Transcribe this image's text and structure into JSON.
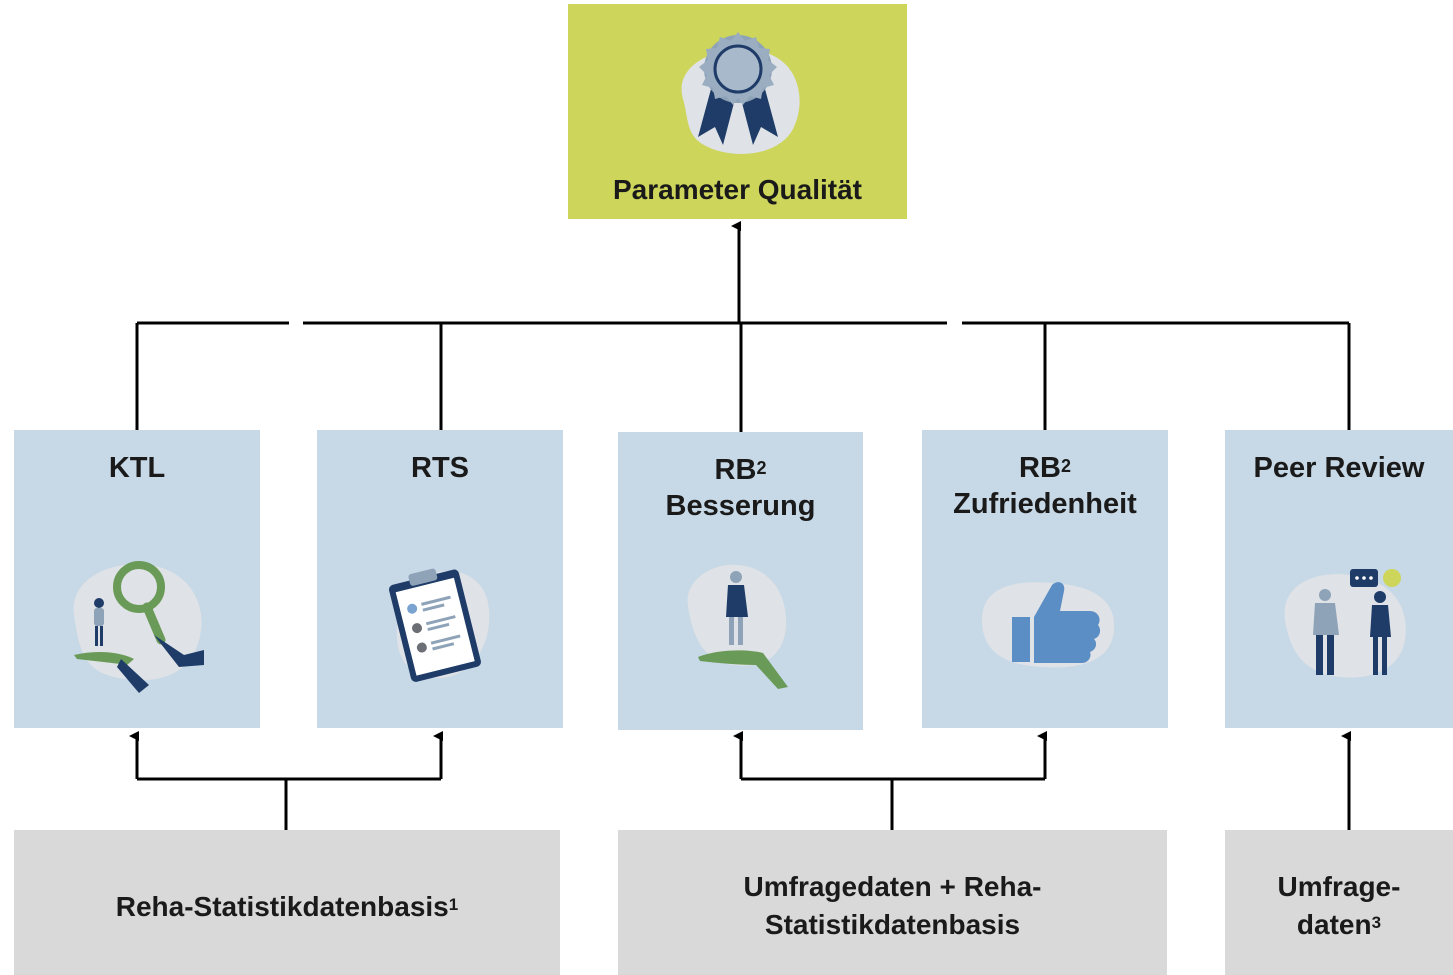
{
  "top": {
    "label": "Parameter Qualität"
  },
  "parameters": [
    {
      "line1": "KTL",
      "sup": "",
      "line2": ""
    },
    {
      "line1": "RTS",
      "sup": "",
      "line2": ""
    },
    {
      "line1": "RB",
      "sup": "2",
      "line2": "Besserung"
    },
    {
      "line1": "RB",
      "sup": "2",
      "line2": "Zufriedenheit"
    },
    {
      "line1": "Peer Review",
      "sup": "",
      "line2": ""
    }
  ],
  "sources": [
    {
      "line1": "Reha-Statistikdatenbasis",
      "sup1": "1",
      "line2": "",
      "sup2": ""
    },
    {
      "line1": "Umfragedaten + Reha-",
      "sup1": "",
      "line2": "Statistikdatenbasis",
      "sup2": ""
    },
    {
      "line1": "Umfrage-",
      "sup1": "",
      "line2": "daten",
      "sup2": "3"
    }
  ],
  "icons": [
    "award-ribbon-icon",
    "magnifier-hand-icon",
    "clipboard-checklist-icon",
    "person-on-hand-icon",
    "thumbs-up-icon",
    "people-conversation-icon"
  ],
  "colors": {
    "top_box": "#cdd55a",
    "parameter_box": "#c7d8e6",
    "source_box": "#d9d9d9",
    "navy": "#1f3c68",
    "green": "#6a9a58",
    "blob": "#dfe2e6"
  }
}
